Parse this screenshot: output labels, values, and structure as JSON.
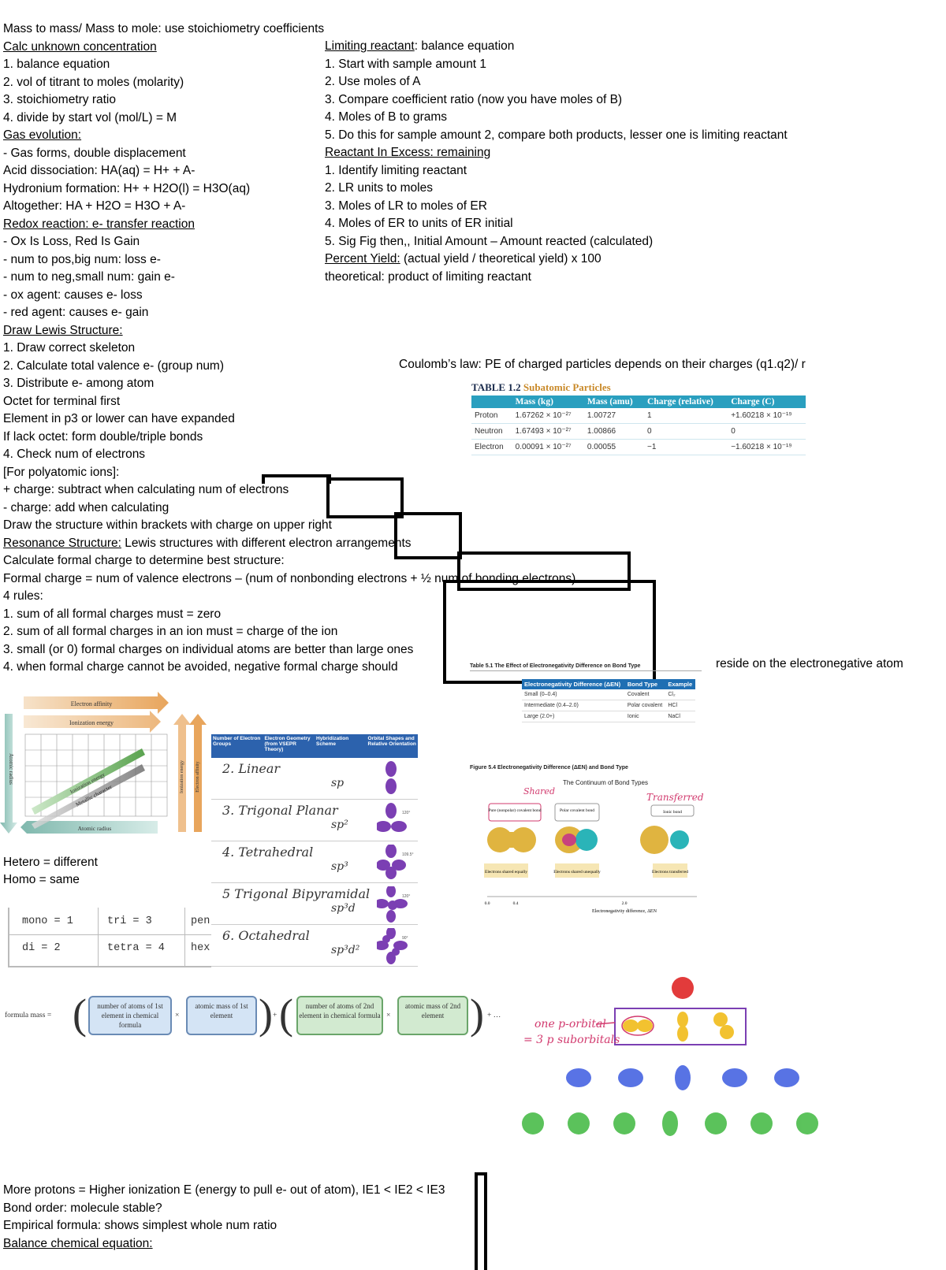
{
  "left_notes": [
    {
      "t": "Mass to mass/ Mass to mole: use stoichiometry coefficients"
    },
    {
      "t": "Calc unknown concentration ",
      "u": true
    },
    {
      "t": "1. balance equation"
    },
    {
      "t": "2. vol of titrant to moles (molarity)"
    },
    {
      "t": "3. stoichiometry ratio"
    },
    {
      "t": "4. divide by start vol (mol/L) = M"
    },
    {
      "t": "Gas evolution:",
      "u": true
    },
    {
      "t": "- Gas forms, double displacement"
    },
    {
      "t": "Acid dissociation: HA(aq) = H+ + A-"
    },
    {
      "t": "Hydronium formation: H+ + H2O(l) = H3O(aq)"
    },
    {
      "t": "Altogether: HA + H2O = H3O + A-"
    },
    {
      "t": "Redox reaction: e- transfer reaction ",
      "u": true
    },
    {
      "t": "- Ox Is Loss, Red Is Gain"
    },
    {
      "t": "- num to pos,big num: loss e-"
    },
    {
      "t": "- num to neg,small num: gain e-"
    },
    {
      "t": "- ox agent: causes e- loss"
    },
    {
      "t": "- red agent: causes e- gain"
    },
    {
      "t": "Draw Lewis Structure:",
      "u": true
    },
    {
      "t": "1. Draw correct skeleton"
    },
    {
      "t": "2. Calculate total valence e- (group num)"
    },
    {
      "t": "3. Distribute e- among atom"
    },
    {
      "t": "    Octet for terminal first"
    },
    {
      "t": "    Element in p3 or lower can have expanded"
    },
    {
      "t": "   If lack octet: form double/triple bonds"
    },
    {
      "t": "4. Check num of electrons"
    },
    {
      "t": "[For polyatomic ions]:"
    },
    {
      "t": "   + charge: subtract when calculating num of electrons"
    },
    {
      "t": "   - charge: add when calculating"
    },
    {
      "t": "   Draw the structure within brackets with charge on upper right"
    },
    {
      "t": "Resonance Structure:",
      "u": true,
      "rest": " Lewis structures with different electron arrangements"
    },
    {
      "t": "Calculate formal charge to determine best structure:"
    },
    {
      "t": "Formal charge = num of valence electrons – (num of nonbonding electrons + ½ num of bonding electrons)"
    },
    {
      "t": "                4 rules:"
    },
    {
      "t": "1. sum of all formal charges must = zero"
    },
    {
      "t": "2. sum of all formal charges in an ion must = charge of the ion"
    },
    {
      "t": "3. small (or 0) formal charges on individual atoms are better than large ones"
    },
    {
      "t": "4. when formal charge cannot be avoided, negative formal charge should"
    }
  ],
  "right_notes": [
    {
      "t": "Limiting reactant",
      "u": true,
      "rest": ": balance equation"
    },
    {
      "t": " 1. Start with sample amount 1"
    },
    {
      "t": " 2. Use moles of A"
    },
    {
      "t": "  3. Compare coefficient ratio (now you have moles of B)"
    },
    {
      "t": " 4. Moles of B to grams"
    },
    {
      "t": "  5. Do this for sample amount 2, compare both products, lesser one is limiting reactant"
    },
    {
      "t": "Reactant In Excess: remaining",
      "u": true
    },
    {
      "t": " 1. Identify limiting reactant"
    },
    {
      "t": " 2. LR units to moles"
    },
    {
      "t": "  3. Moles of LR to moles of ER"
    },
    {
      "t": " 4. Moles of ER to units of ER initial"
    },
    {
      "t": "  5. Sig Fig then,, Initial Amount – Amount reacted (calculated)"
    },
    {
      "t": "Percent Yield:",
      "u": true,
      "rest": " (actual yield / theoretical yield) x 100"
    },
    {
      "t": "                              theoretical: product of limiting reactant"
    }
  ],
  "coulomb": "Coulomb’s law: PE of charged particles depends on their charges (q1.q2)/ r",
  "reside": "reside on the  electronegative atom",
  "hetero": "Hetero = different",
  "homo": "Homo = same",
  "bottom_notes": [
    {
      "t": "More protons = Higher ionization E (energy to pull e- out of atom), IE1 < IE2 < IE3"
    },
    {
      "t": "Bond order: molecule stable?"
    },
    {
      "t": "Empirical formula: shows simplest whole num ratio"
    },
    {
      "t": "Balance chemical equation:",
      "u": true
    }
  ],
  "subatomic_table": {
    "label": "TABLE 1.2",
    "title": "Subatomic Particles",
    "headers": [
      "",
      "Mass (kg)",
      "Mass (amu)",
      "Charge (relative)",
      "Charge (C)"
    ],
    "rows": [
      [
        "Proton",
        "1.67262 × 10⁻²⁷",
        "1.00727",
        "1",
        "+1.60218 × 10⁻¹⁹"
      ],
      [
        "Neutron",
        "1.67493 × 10⁻²⁷",
        "1.00866",
        "0",
        "0"
      ],
      [
        "Electron",
        "0.00091 × 10⁻²⁷",
        "0.00055",
        "−1",
        "−1.60218 × 10⁻¹⁹"
      ]
    ]
  },
  "en_table": {
    "caption": "Table 5.1  The Effect of Electronegativity Difference on Bond Type",
    "headers": [
      "Electronegativity Difference (ΔEN)",
      "Bond Type",
      "Example"
    ],
    "rows": [
      [
        "Small (0–0.4)",
        "Covalent",
        "Cl₂"
      ],
      [
        "Intermediate (0.4–2.0)",
        "Polar covalent",
        "HCl"
      ],
      [
        "Large (2.0+)",
        "Ionic",
        "NaCl"
      ]
    ],
    "figure_caption": "Figure 5.4  Electronegativity Difference (ΔEN) and Bond Type",
    "continuum_title": "The Continuum of Bond Types",
    "shared": "Shared",
    "transferred": "Transferred",
    "labels": [
      "Pure (nonpolar) covalent bond",
      "Polar covalent bond",
      "Ionic bond"
    ],
    "sublabels": [
      "Electrons shared equally",
      "Electrons shared unequally",
      "Electrons transferred"
    ],
    "axis": "Electronegativity difference, ΔEN",
    "ticks": [
      "0.0",
      "0.4",
      "2.0"
    ]
  },
  "periodic_trends": {
    "top": [
      "Electron affinity",
      "Ionization energy"
    ],
    "diag": [
      "Ionization energy",
      "Metallic character"
    ],
    "bottom": "Atomic radius",
    "left": "Atomic radius",
    "right": [
      "Ionization energy",
      "Electron affinity"
    ]
  },
  "hybrid_table": {
    "headers": [
      "Number of Electron Groups",
      "Electron Geometry (from VSEPR Theory)",
      "Hybridization Scheme",
      "Orbital Shapes and Relative Orientation"
    ],
    "rows": [
      {
        "hand": "2. Linear",
        "hyb": "sp",
        "angle": ""
      },
      {
        "hand": "3. Trigonal Planar",
        "hyb": "sp²",
        "angle": "120°"
      },
      {
        "hand": "4. Tetrahedral",
        "hyb": "sp³",
        "angle": "109.5°"
      },
      {
        "hand": "5 Trigonal Bipyramidal",
        "hyb": "sp³d",
        "angle": "120°"
      },
      {
        "hand": "6. Octahedral",
        "hyb": "sp³d²",
        "angle": "90°"
      }
    ]
  },
  "prefixes": [
    "mono = 1",
    "tri = 3",
    "pen",
    "di = 2",
    "tetra = 4",
    "hex"
  ],
  "formula_mass": {
    "label": "formula mass =",
    "boxes": [
      "number of atoms of 1st element in chemical formula",
      "atomic mass of 1st element",
      "number of atoms of 2nd element in chemical formula",
      "atomic mass of 2nd element"
    ],
    "times": "×",
    "plus": "+",
    "ellipsis": "+ …"
  },
  "orbital_note": [
    "one p-orbital",
    "= 3 p suborbitals"
  ],
  "colors": {
    "teal": "#2a9fbf",
    "blue": "#2c62ad",
    "purple": "#7b3fb3",
    "handwriting": "#d23a6e"
  }
}
